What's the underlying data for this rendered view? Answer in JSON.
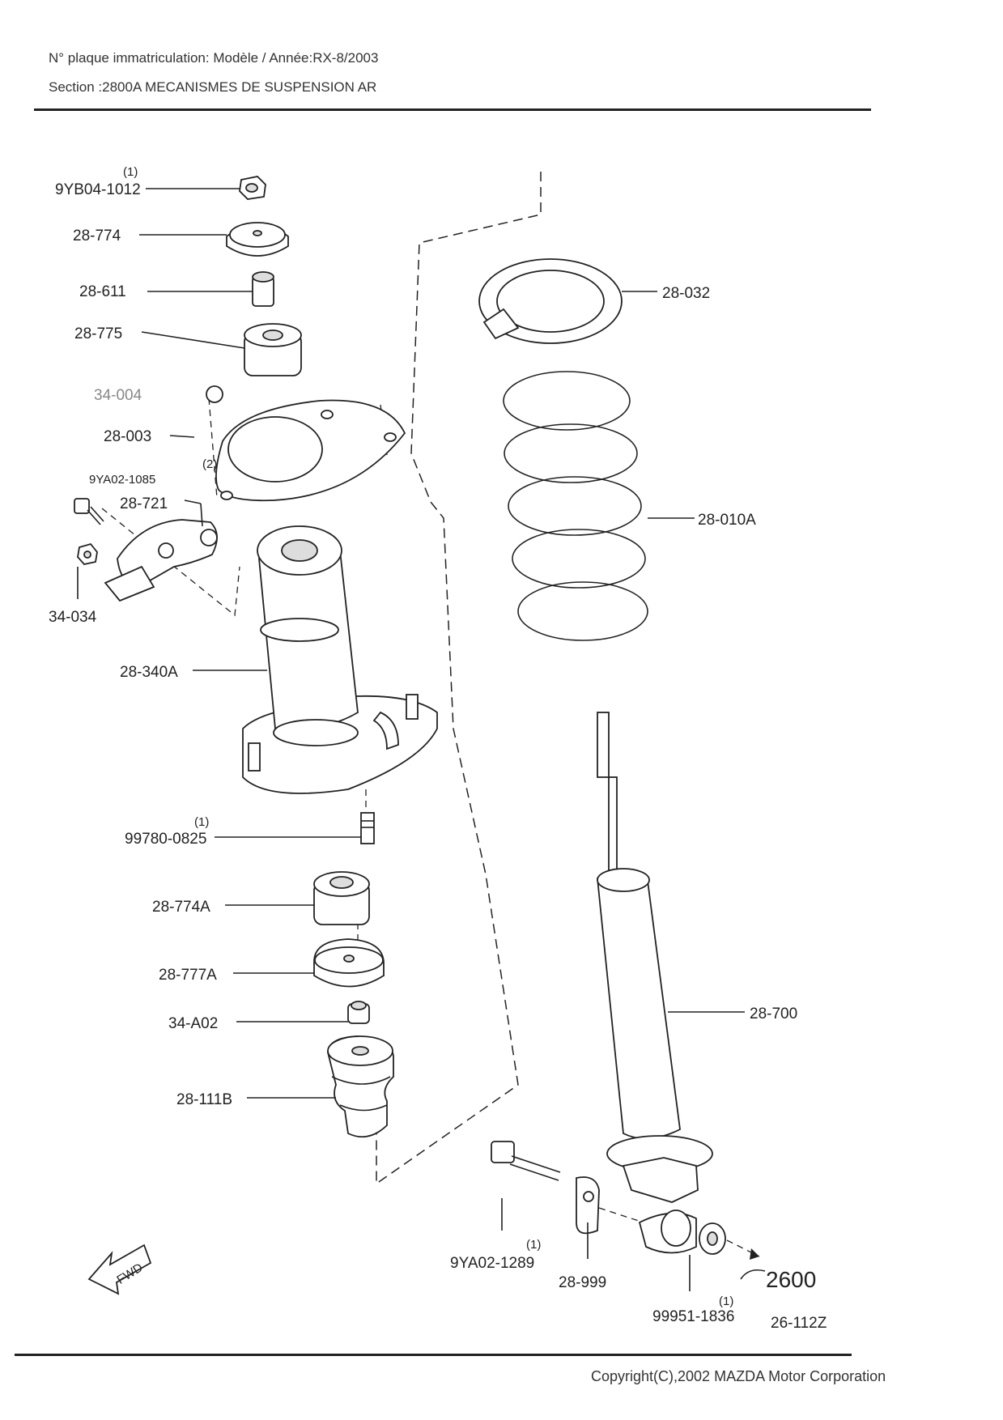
{
  "header": {
    "plate_line": "N° plaque immatriculation: Modèle / Année:RX-8/2003",
    "section_line": "Section :2800A  MECANISMES DE SUSPENSION AR"
  },
  "footer": {
    "copyright": "Copyright(C),2002 MAZDA Motor Corporation"
  },
  "diagram": {
    "direction_label": "FWD",
    "reference_label": "2600",
    "part_labels": {
      "nut_top": "9YB04-1012",
      "nut_top_qty": "(1)",
      "cap": "28-774",
      "sleeve": "28-611",
      "bushing_top": "28-775",
      "bolt_partial": "34-004",
      "plate": "28-003",
      "bolt_9ya_qty": "(2)",
      "bolt_9ya": "9YA02-1085",
      "bracket": "28-721",
      "nut_34": "34-034",
      "mount": "28-340A",
      "stud": "99780-0825",
      "stud_qty": "(1)",
      "bushing_a": "28-774A",
      "washer_a": "28-777A",
      "collar": "34-A02",
      "bump_stop": "28-111B",
      "spring_seat": "28-032",
      "coil_spring": "28-010A",
      "shock": "28-700",
      "bolt_lower": "9YA02-1289",
      "bolt_lower_qty": "(1)",
      "lower_plate": "28-999",
      "washer_lower": "99951-1836",
      "washer_lower_qty": "(1)",
      "link_ref": "26-112Z"
    }
  }
}
